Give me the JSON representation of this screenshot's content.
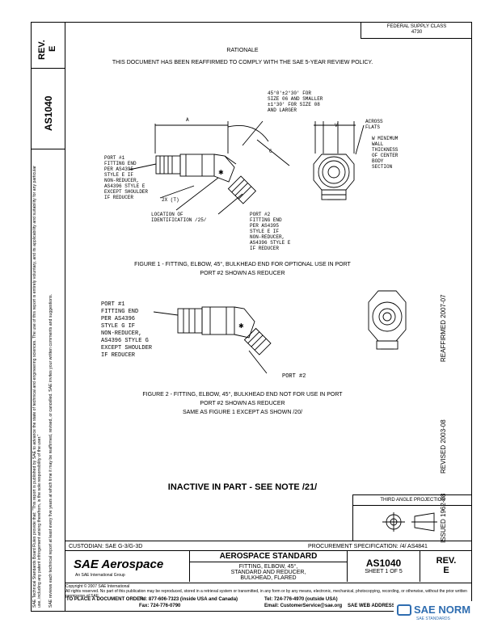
{
  "side": {
    "rev_label": "REV.",
    "rev_value": "E",
    "doc_number": "AS1040",
    "notice_1": "SAE Technical Standards Board Rules provide that: \"This report is published by SAE to advance the state of technical and engineering sciences. The use of this report is entirely voluntary, and its applicability and suitability for any particular use, including any patent infringement arising therefrom, is the sole responsibility of the user.\"",
    "notice_2": "SAE reviews each technical report at least every five years at which time it may be reaffirmed, revised, or cancelled. SAE invites your written comments and suggestions.",
    "reaffirmed": "REAFFIRMED 2007-07",
    "revised": "REVISED 2003-08",
    "issued": "ISSUED 1962-08"
  },
  "header": {
    "federal_supply_class_label": "FEDERAL SUPPLY CLASS",
    "federal_supply_class_value": "4730"
  },
  "rationale": {
    "title": "RATIONALE",
    "text": "THIS DOCUMENT HAS BEEN REAFFIRMED TO COMPLY WITH THE SAE 5-YEAR REVIEW POLICY."
  },
  "figure1": {
    "dim_a": "A",
    "dim_c": "C",
    "dim_v": "V",
    "angle_note": [
      "45°0'±2°30' FOR",
      "SIZE 06 AND SMALLER",
      "±1°30' FOR SIZE 08",
      "AND LARGER"
    ],
    "across_flats": [
      "ACROSS",
      "FLATS"
    ],
    "wall_note": [
      "W MINIMUM",
      "WALL",
      "THICKNESS",
      "OF CENTER",
      "BODY",
      "SECTION"
    ],
    "port1_note": [
      "PORT #1",
      "FITTING END",
      "PER AS4395",
      "STYLE E IF",
      "NON-REDUCER,",
      "AS4396 STYLE E",
      "EXCEPT SHOULDER",
      "IF REDUCER"
    ],
    "dim_2x_t": "2X (T)",
    "id_location": [
      "LOCATION OF",
      "IDENTIFICATION /25/"
    ],
    "port2_note": [
      "PORT #2",
      "FITTING END",
      "PER AS4395",
      "STYLE E IF",
      "NON-REDUCER,",
      "AS4396 STYLE E",
      "IF REDUCER"
    ],
    "caption_1": "FIGURE 1 - FITTING, ELBOW, 45°, BULKHEAD END FOR OPTIONAL USE IN PORT",
    "caption_2": "PORT #2 SHOWN AS REDUCER"
  },
  "figure2": {
    "port1_note": [
      "PORT #1",
      "FITTING END",
      "PER AS4396",
      "STYLE G IF",
      "NON-REDUCER,",
      "AS4396 STYLE G",
      "EXCEPT SHOULDER",
      "IF REDUCER"
    ],
    "port2_label": "PORT #2",
    "caption_1": "FIGURE 2 - FITTING, ELBOW, 45°, BULKHEAD END NOT FOR USE IN PORT",
    "caption_2": "PORT #2 SHOWN AS REDUCER",
    "caption_3": "SAME AS FIGURE 1 EXCEPT AS SHOWN /20/"
  },
  "inactive_notice": "INACTIVE IN PART - SEE NOTE /21/",
  "projection_label": "THIRD ANGLE PROJECTION",
  "title_block": {
    "custodian": "CUSTODIAN: SAE G-3/G-3D",
    "procurement": "PROCUREMENT SPECIFICATION: /4/ AS4841",
    "brand": "SAE Aerospace",
    "brand_sub": "An SAE International Group",
    "standard_type": "AEROSPACE STANDARD",
    "title_line1": "FITTING, ELBOW, 45°,",
    "title_line2": "STANDARD AND REDUCER,",
    "title_line3": "BULKHEAD, FLARED",
    "doc_number": "AS1040",
    "sheet": "SHEET 1 OF 5",
    "rev_label": "REV.",
    "rev_value": "E"
  },
  "footer": {
    "copyright": "Copyright © 2007 SAE International",
    "rights": "All rights reserved. No part of this publication may be reproduced, stored in a retrieval system or transmitted, in any form or by any means, electronic, mechanical, photocopying, recording, or otherwise, without the prior written permission of SAE.",
    "order_label": "TO PLACE A DOCUMENT ORDER:",
    "tel1": "Tel: 877-606-7323 (inside USA and Canada)",
    "tel2": "Tel: 724-776-4970 (outside USA)",
    "fax": "Fax: 724-776-0790",
    "email": "Email: CustomerService@sae.org",
    "web": "SAE WEB ADDRESS: http://www.sae.org"
  },
  "watermark": {
    "logo_text": "SAE NORM",
    "sub": "SAE STANDARDS"
  },
  "colors": {
    "ink": "#000000",
    "watermark": "#2f6db0"
  }
}
